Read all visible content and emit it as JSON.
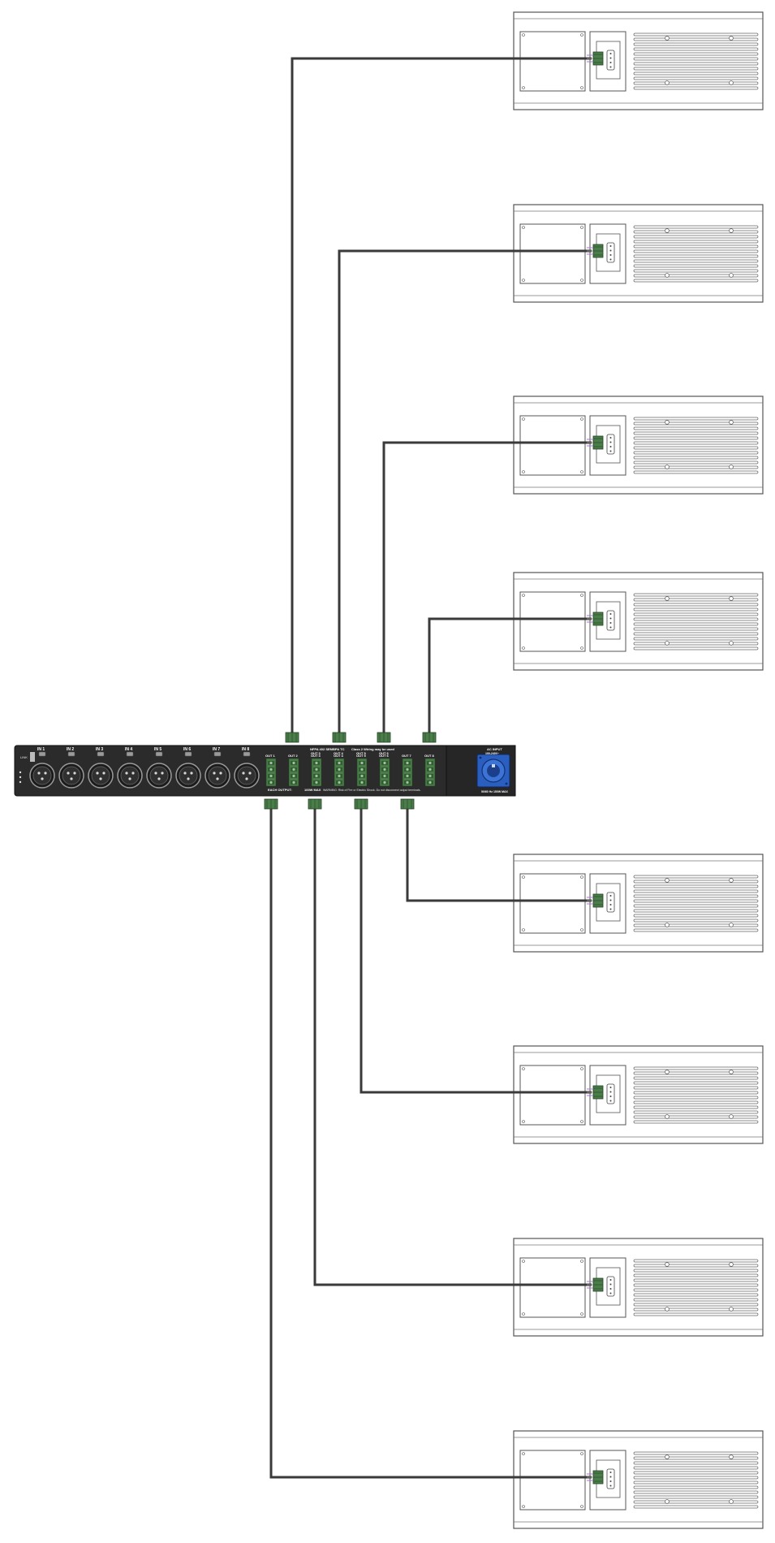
{
  "amplifier": {
    "input_labels": [
      "IN 1",
      "IN 2",
      "IN 3",
      "IN 4",
      "IN 5",
      "IN 6",
      "IN 7",
      "IN 8"
    ],
    "output_labels_lower": [
      "OUT 1",
      "OUT 2",
      "OUT 3",
      "OUT 4",
      "OUT 5",
      "OUT 6",
      "OUT 7",
      "OUT 8"
    ],
    "output_labels_upper": [
      "OUT 3",
      "OUT 4",
      "OUT 5",
      "OUT 6"
    ],
    "link_label": "LINK",
    "class_warning": "NFPA 402 SEMBPA TC",
    "class_note": "Class 2 Wiring may be used",
    "each_output": "EACH OUTPUT:",
    "max_power": "100W MAX",
    "warning_text": "WARNING: Risk of Fire or Electric Shock. Do not disconnect output terminals.",
    "ac_input_label": "AC INPUT",
    "ac_input_voltage": "100-240V~",
    "ac_input_power": "50/60 Hz 150W MAX"
  },
  "speakers": [
    {
      "id": "speaker-1"
    },
    {
      "id": "speaker-2"
    },
    {
      "id": "speaker-3"
    },
    {
      "id": "speaker-4"
    },
    {
      "id": "speaker-5"
    },
    {
      "id": "speaker-6"
    },
    {
      "id": "speaker-7"
    },
    {
      "id": "speaker-8"
    }
  ],
  "colors": {
    "panel": "#2b2b2b",
    "connector_green": "#4a7d4a",
    "cable": "#3a3a3a",
    "speaker_outline": "#555555",
    "powercon_blue": "#2a5fbf"
  }
}
